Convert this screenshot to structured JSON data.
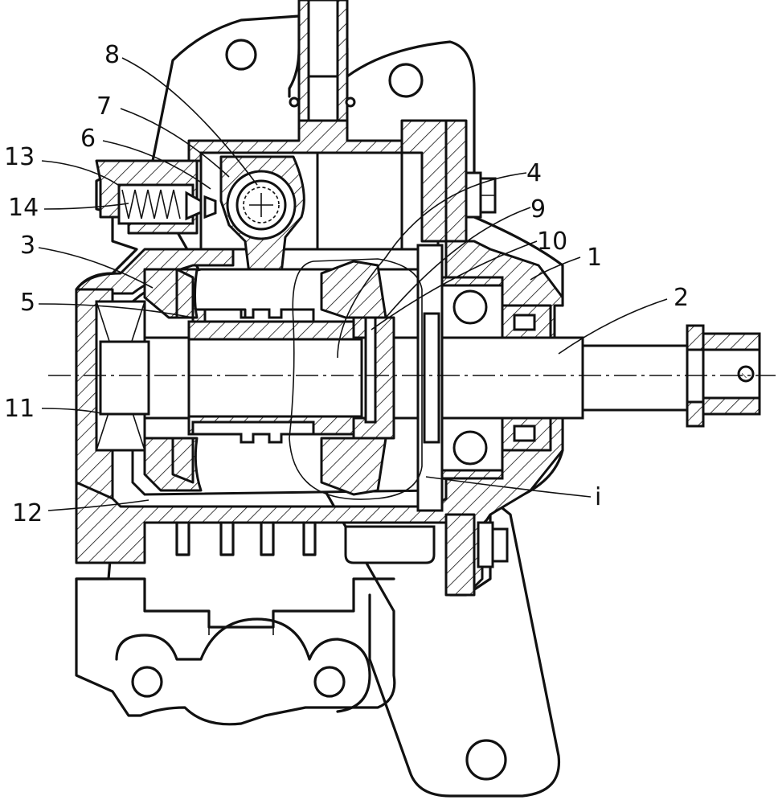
{
  "labels": {
    "l1": "1",
    "l2": "2",
    "l3": "3",
    "l4": "4",
    "l5": "5",
    "l6": "6",
    "l7": "7",
    "l8": "8",
    "l9": "9",
    "l10": "10",
    "l11": "11",
    "l12": "12",
    "l13": "13",
    "l14": "14",
    "li": "i"
  }
}
